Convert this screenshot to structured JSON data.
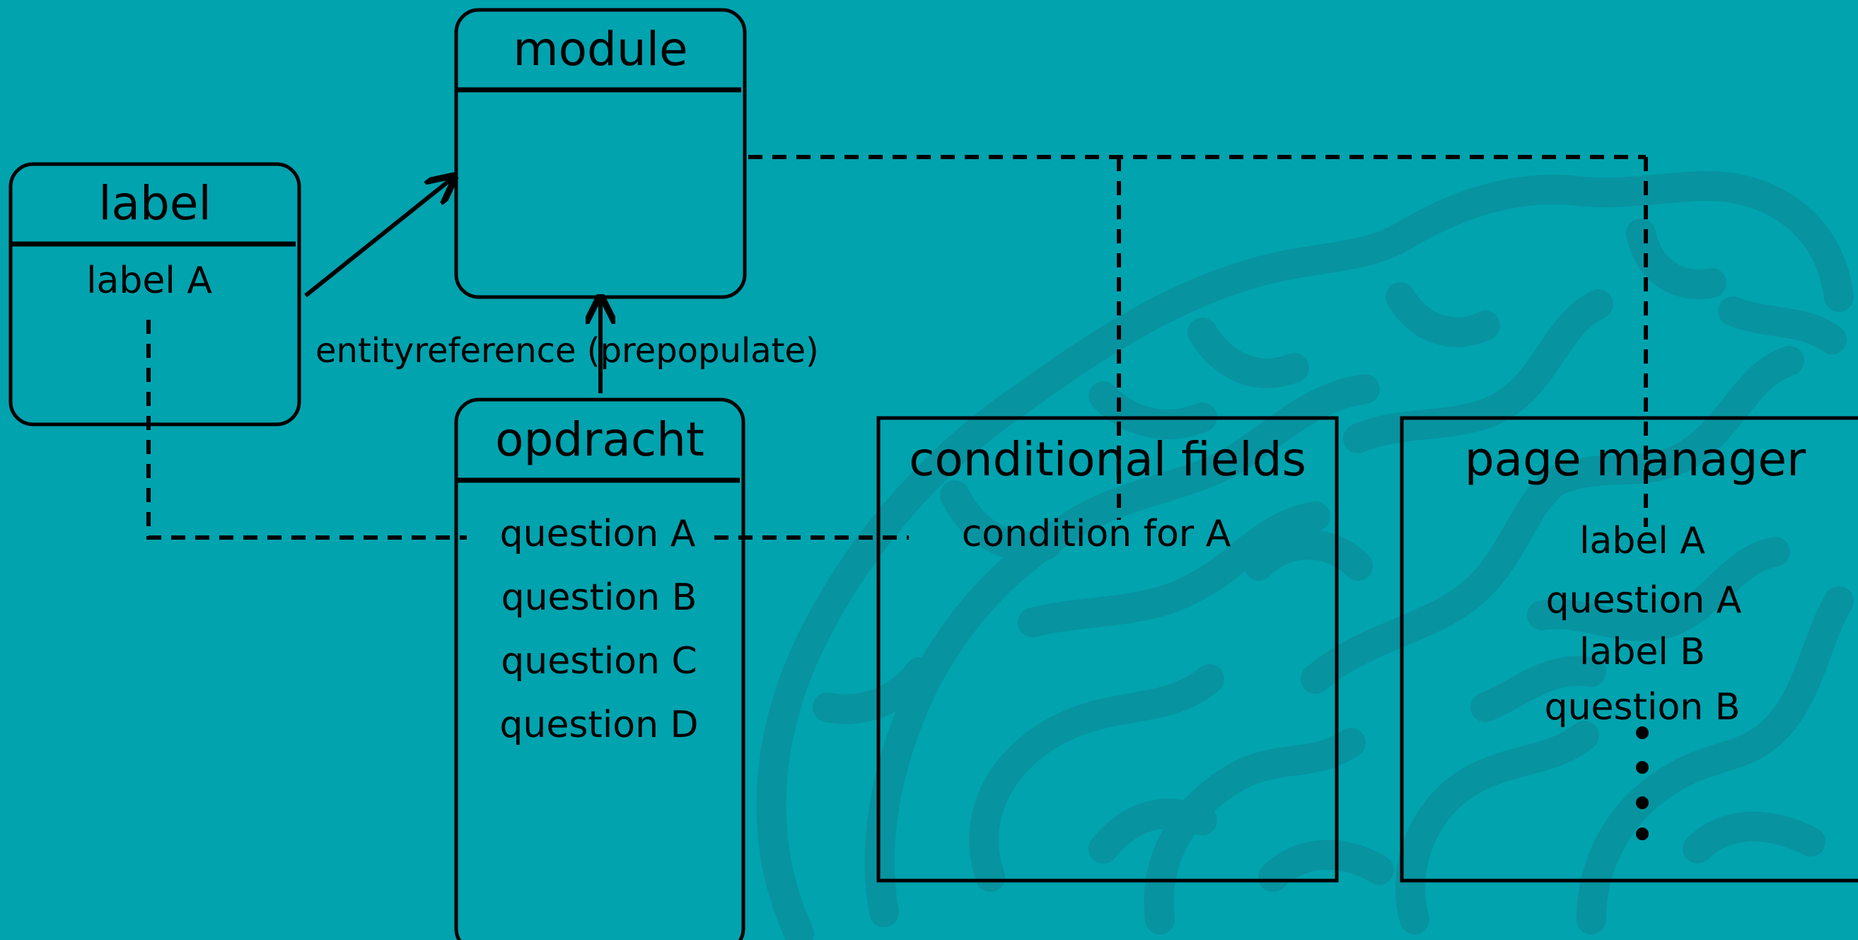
{
  "colors": {
    "background": "#01A3AE",
    "brain_watermark": "#0893A0",
    "ink": "#000000"
  },
  "entities": {
    "label": {
      "title": "label",
      "items": [
        "label A"
      ]
    },
    "module": {
      "title": "module",
      "items": []
    },
    "opdracht": {
      "title": "opdracht",
      "items": [
        "question A",
        "question B",
        "question C",
        "question D"
      ]
    }
  },
  "panels": {
    "conditional_fields": {
      "title": "conditional fields",
      "items": [
        "condition for A"
      ]
    },
    "page_manager": {
      "title": "page manager",
      "items": [
        "label A",
        "question A",
        "label B",
        "question B"
      ]
    }
  },
  "relations": {
    "opdracht_to_module": "entityreference (prepopulate)"
  }
}
